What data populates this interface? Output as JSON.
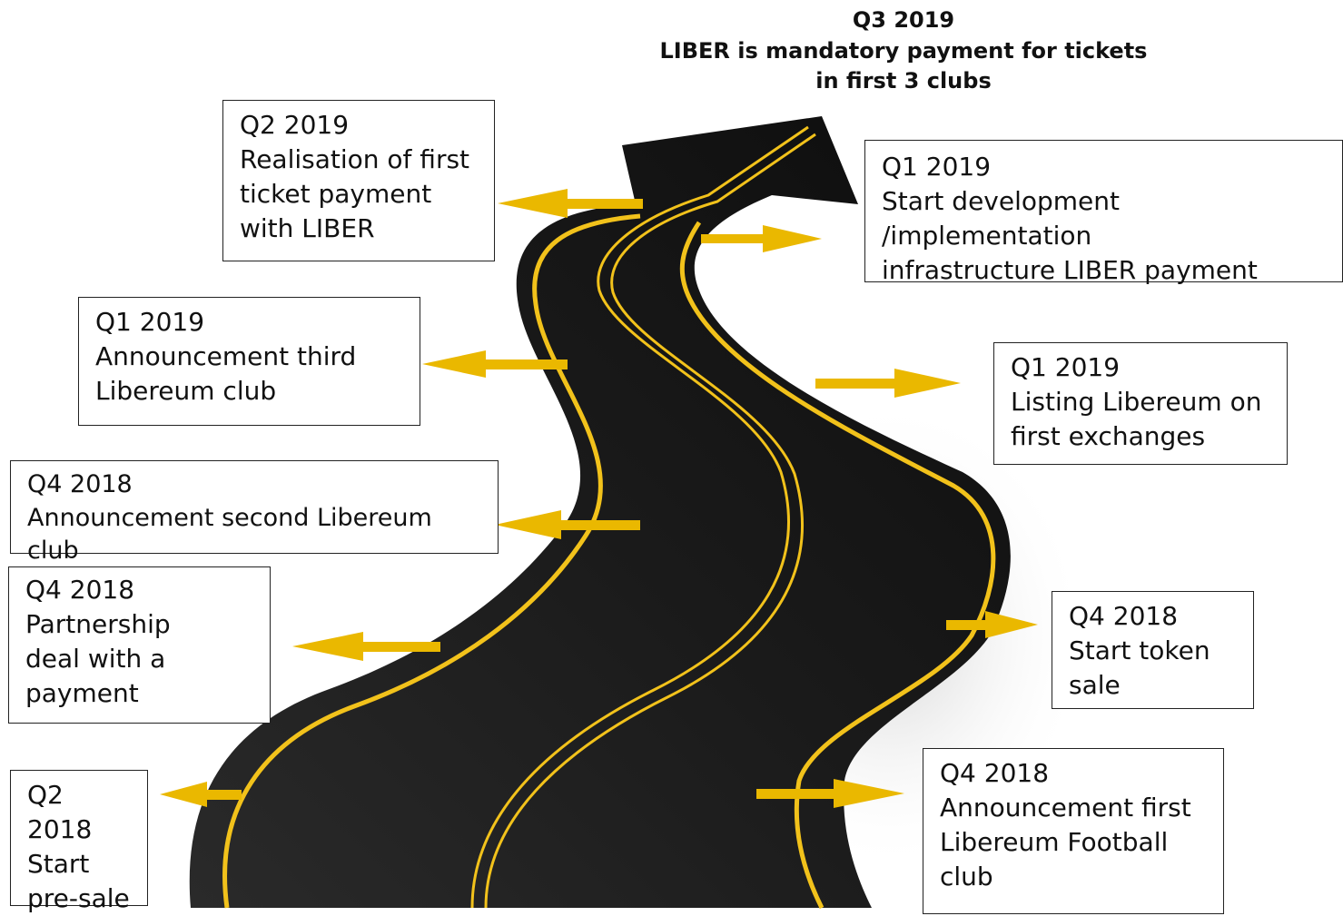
{
  "top_milestone": {
    "quarter": "Q3 2019",
    "lines": [
      "LIBER is mandatory payment for tickets",
      "in first 3 clubs"
    ]
  },
  "milestones": [
    {
      "id": "q2-2019-left",
      "quarter": "Q2 2019",
      "text": "Realisation of first\nticket payment\nwith LIBER"
    },
    {
      "id": "q1-2019-right-top",
      "quarter": "Q1 2019",
      "text": "Start development /implementation\ninfrastructure LIBER payment"
    },
    {
      "id": "q1-2019-left",
      "quarter": "Q1 2019",
      "text": "Announcement third\nLibereum club"
    },
    {
      "id": "q1-2019-right",
      "quarter": "Q1 2019",
      "text": "Listing Libereum on\nfirst exchanges"
    },
    {
      "id": "q4-2018-left-a",
      "quarter": "Q4 2018",
      "text": "Announcement second Libereum club"
    },
    {
      "id": "q4-2018-left-b",
      "quarter": "Q4 2018",
      "text": "Partnership\ndeal with a\npayment"
    },
    {
      "id": "q4-2018-right-a",
      "quarter": "Q4 2018",
      "text": "Start token\nsale"
    },
    {
      "id": "q2-2018-left",
      "quarter": "Q2 2018",
      "text": "Start\npre-sale"
    },
    {
      "id": "q4-2018-right-b",
      "quarter": "Q4 2018",
      "text": "Announcement first\nLibereum Football club"
    }
  ],
  "colors": {
    "road": "#1c1c1c",
    "road_lines": "#f2c21b",
    "arrows": "#eab800",
    "box_border": "#222222"
  }
}
